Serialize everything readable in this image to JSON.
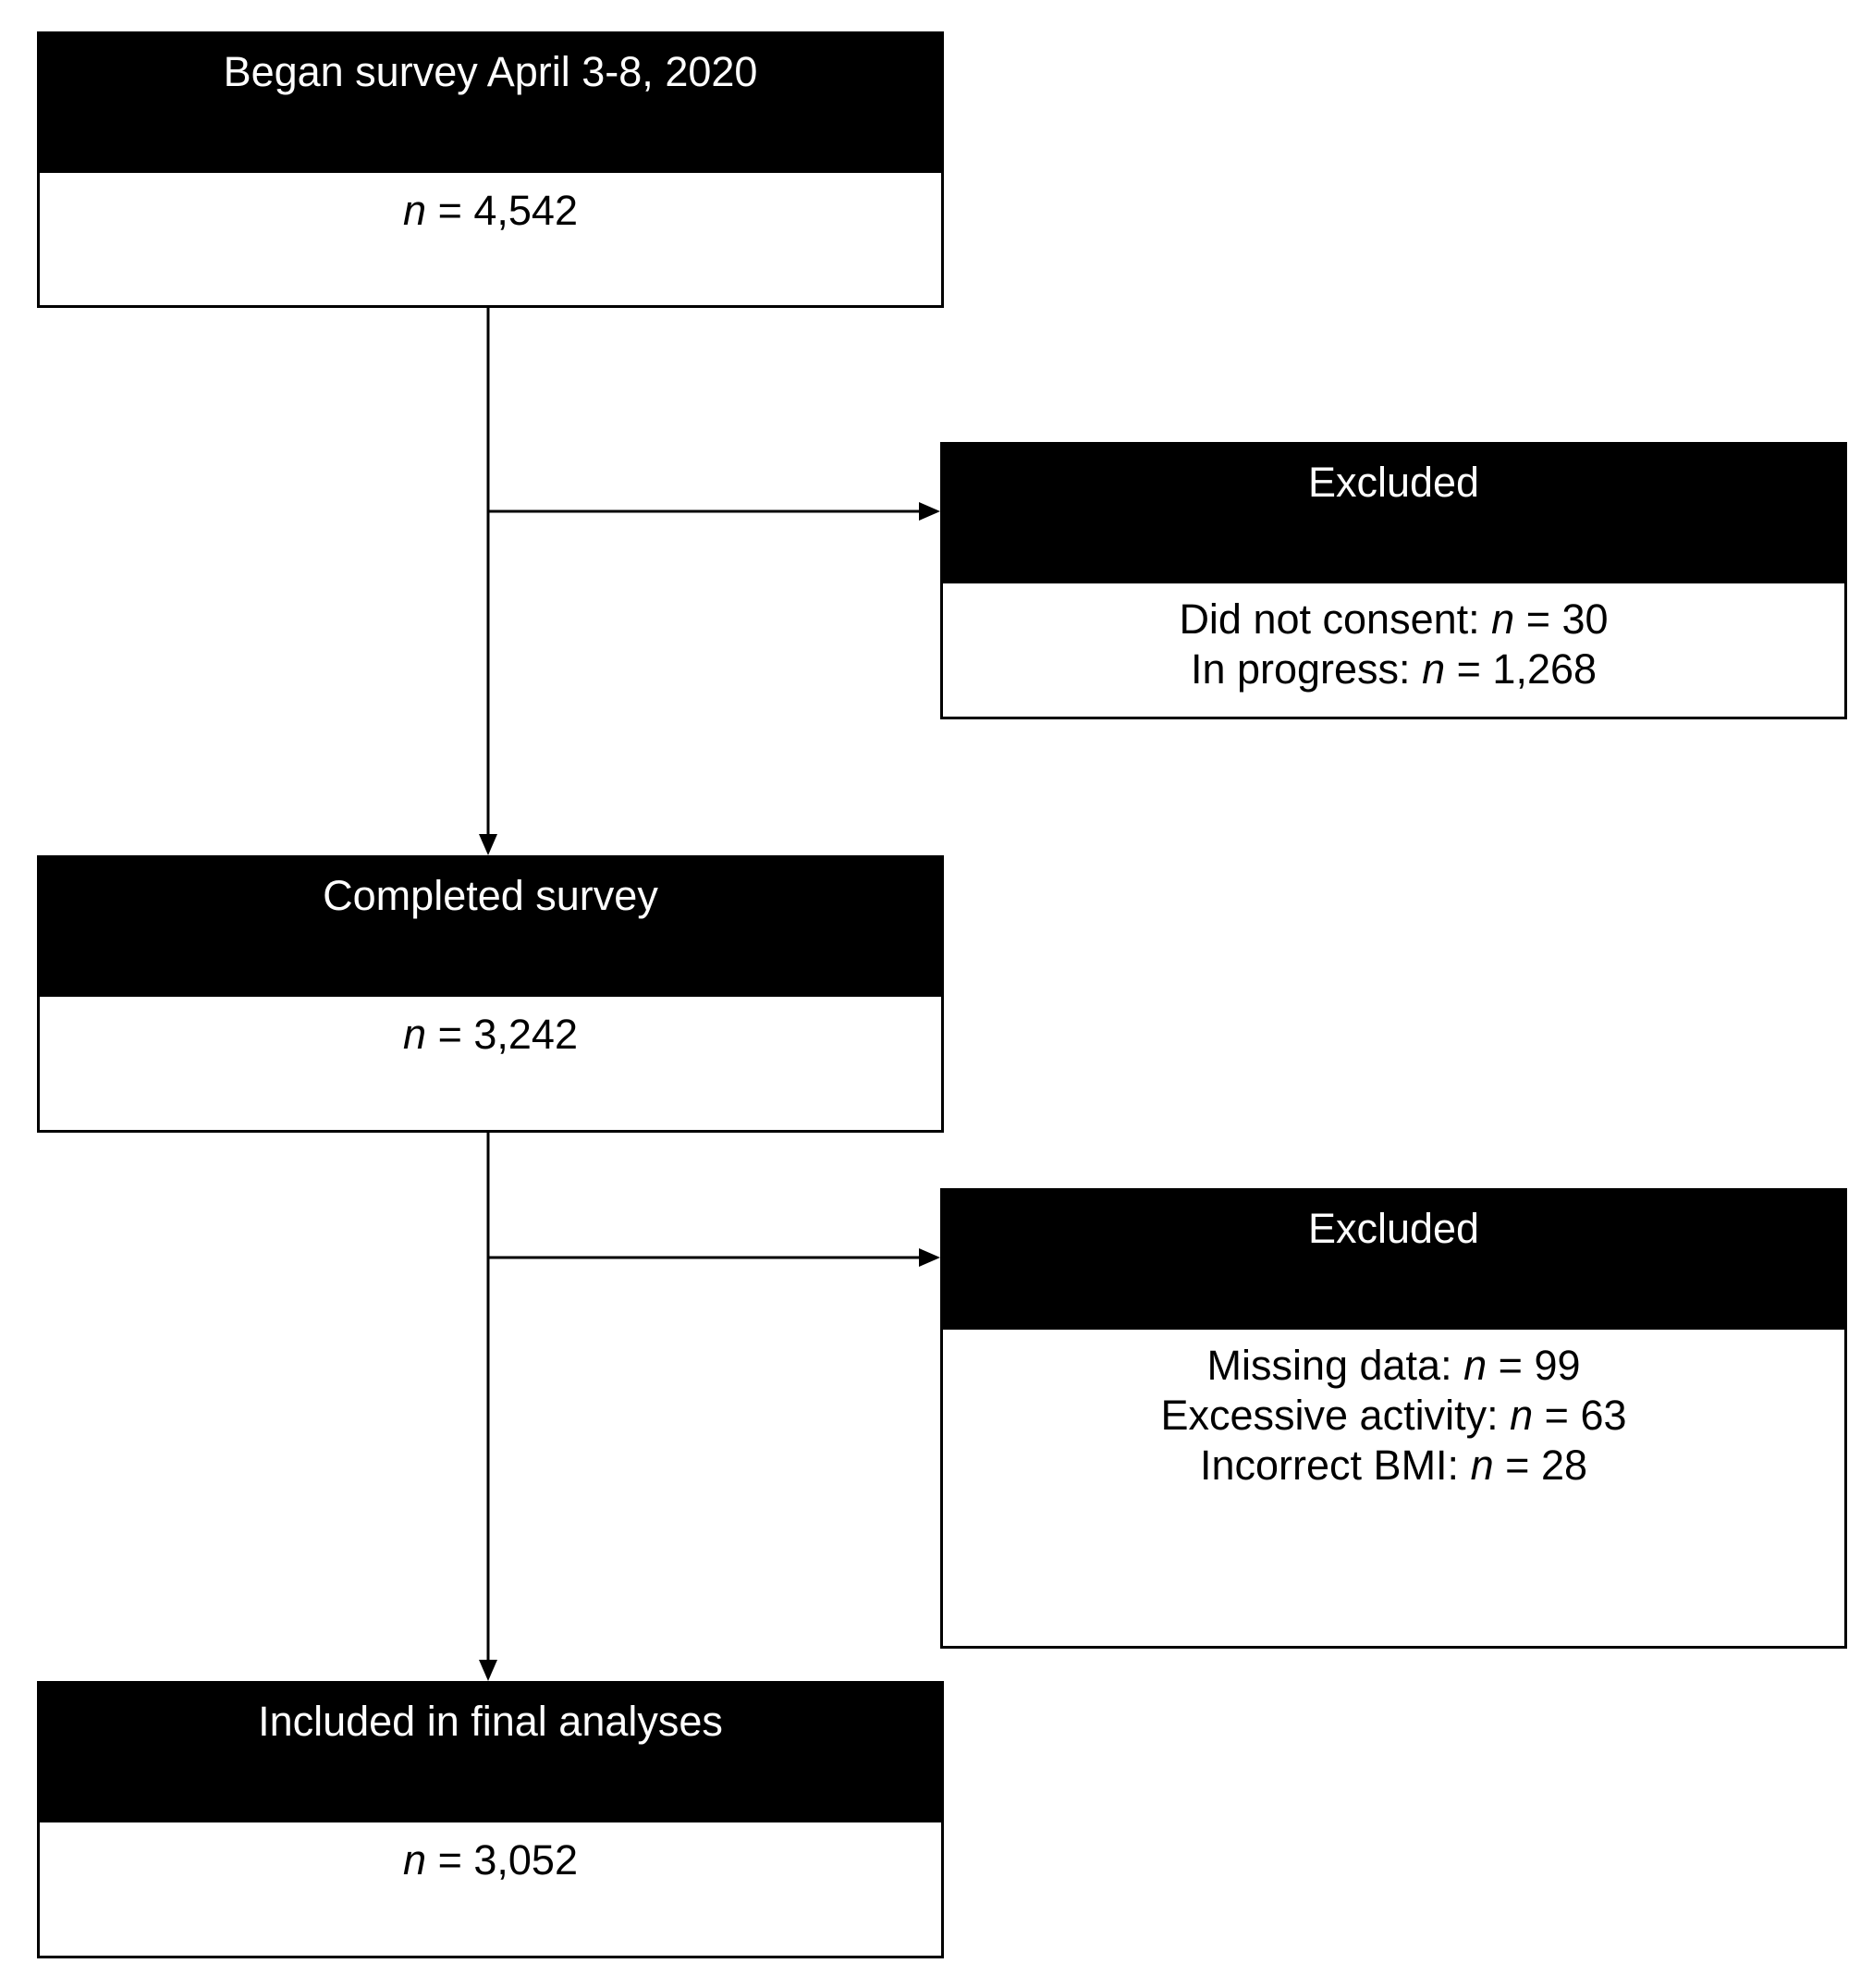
{
  "n_symbol": "n",
  "equals": "=",
  "began": {
    "title": "Began survey April 3-8, 2020",
    "count": "4,542"
  },
  "excluded_1": {
    "title": "Excluded",
    "reasons": [
      {
        "label": "Did not consent:",
        "count": "30"
      },
      {
        "label": "In progress:",
        "count": "1,268"
      }
    ]
  },
  "completed": {
    "title": "Completed survey",
    "count": "3,242"
  },
  "excluded_2": {
    "title": "Excluded",
    "reasons": [
      {
        "label": "Missing data:",
        "count": "99"
      },
      {
        "label": "Excessive activity:",
        "count": "63"
      },
      {
        "label": "Incorrect BMI:",
        "count": "28"
      }
    ]
  },
  "included": {
    "title": "Included in final analyses",
    "count": "3,052"
  }
}
